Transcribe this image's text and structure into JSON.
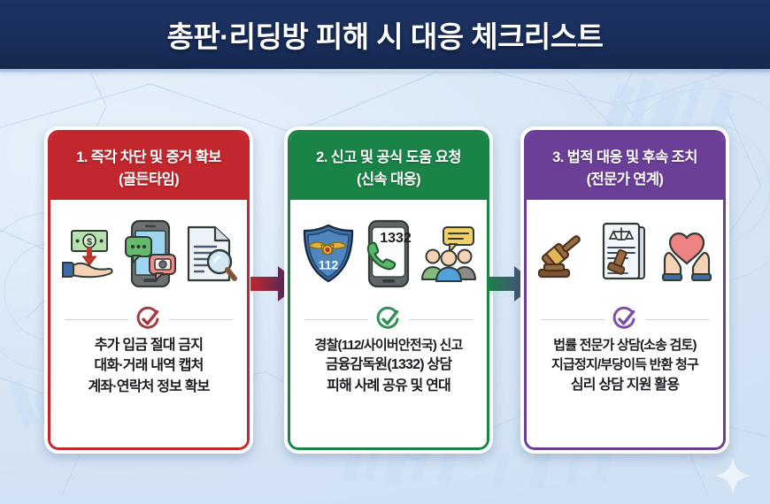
{
  "header": {
    "title": "총판·리딩방 피해 시 대응 체크리스트",
    "bg_color": "#1a2f5c",
    "text_color": "#ffffff"
  },
  "page": {
    "background_color": "#d9e7f6",
    "accent_red": "#c1272d",
    "accent_green": "#1a8348",
    "accent_purple": "#6b3f98"
  },
  "steps": [
    {
      "number": "1.",
      "title_line1": "1. 즉각 차단 및 증거 확보",
      "title_line2": "(골든타임)",
      "accent_color": "#c1272d",
      "icons": [
        "money-in-hand-icon",
        "smartphone-chat-capture-icon",
        "document-magnifier-icon"
      ],
      "check_icon": "check-circle-icon",
      "bullets": [
        "추가 입금 절대 금지",
        "대화·거래 내역 캡처",
        "계좌·연락처 정보 확보"
      ]
    },
    {
      "number": "2.",
      "title_line1": "2. 신고 및 공식 도움 요청",
      "title_line2": "(신속 대응)",
      "accent_color": "#1a8348",
      "icons": [
        "police-badge-112-icon",
        "smartphone-1332-call-icon",
        "people-group-icon"
      ],
      "check_icon": "check-circle-icon",
      "bullets": [
        "경찰(112/사이버안전국) 신고",
        "금융감독원(1332) 상담",
        "피해 사례 공유 및 연대"
      ],
      "badge_label": "112",
      "phone_label": "1332"
    },
    {
      "number": "3.",
      "title_line1": "3. 법적 대응 및 후속 조치",
      "title_line2": "(전문가 연계)",
      "accent_color": "#6b3f98",
      "icons": [
        "gavel-icon",
        "legal-document-scales-stamp-icon",
        "heart-in-hands-icon"
      ],
      "check_icon": "check-circle-icon",
      "bullets": [
        "법률 전문가 상담(소송 검토)",
        "지급정지/부당이득 반환 청구",
        "심리 상담 지원 활용"
      ]
    }
  ],
  "arrows": [
    {
      "name": "arrow-step1-to-step2",
      "from_color": "#c1272d",
      "to_color": "#2c2a6b"
    },
    {
      "name": "arrow-step2-to-step3",
      "from_color": "#1a8348",
      "to_color": "#5b3f8f"
    }
  ],
  "decorations": [
    {
      "name": "sparkle-star",
      "color": "#ffffff"
    }
  ]
}
